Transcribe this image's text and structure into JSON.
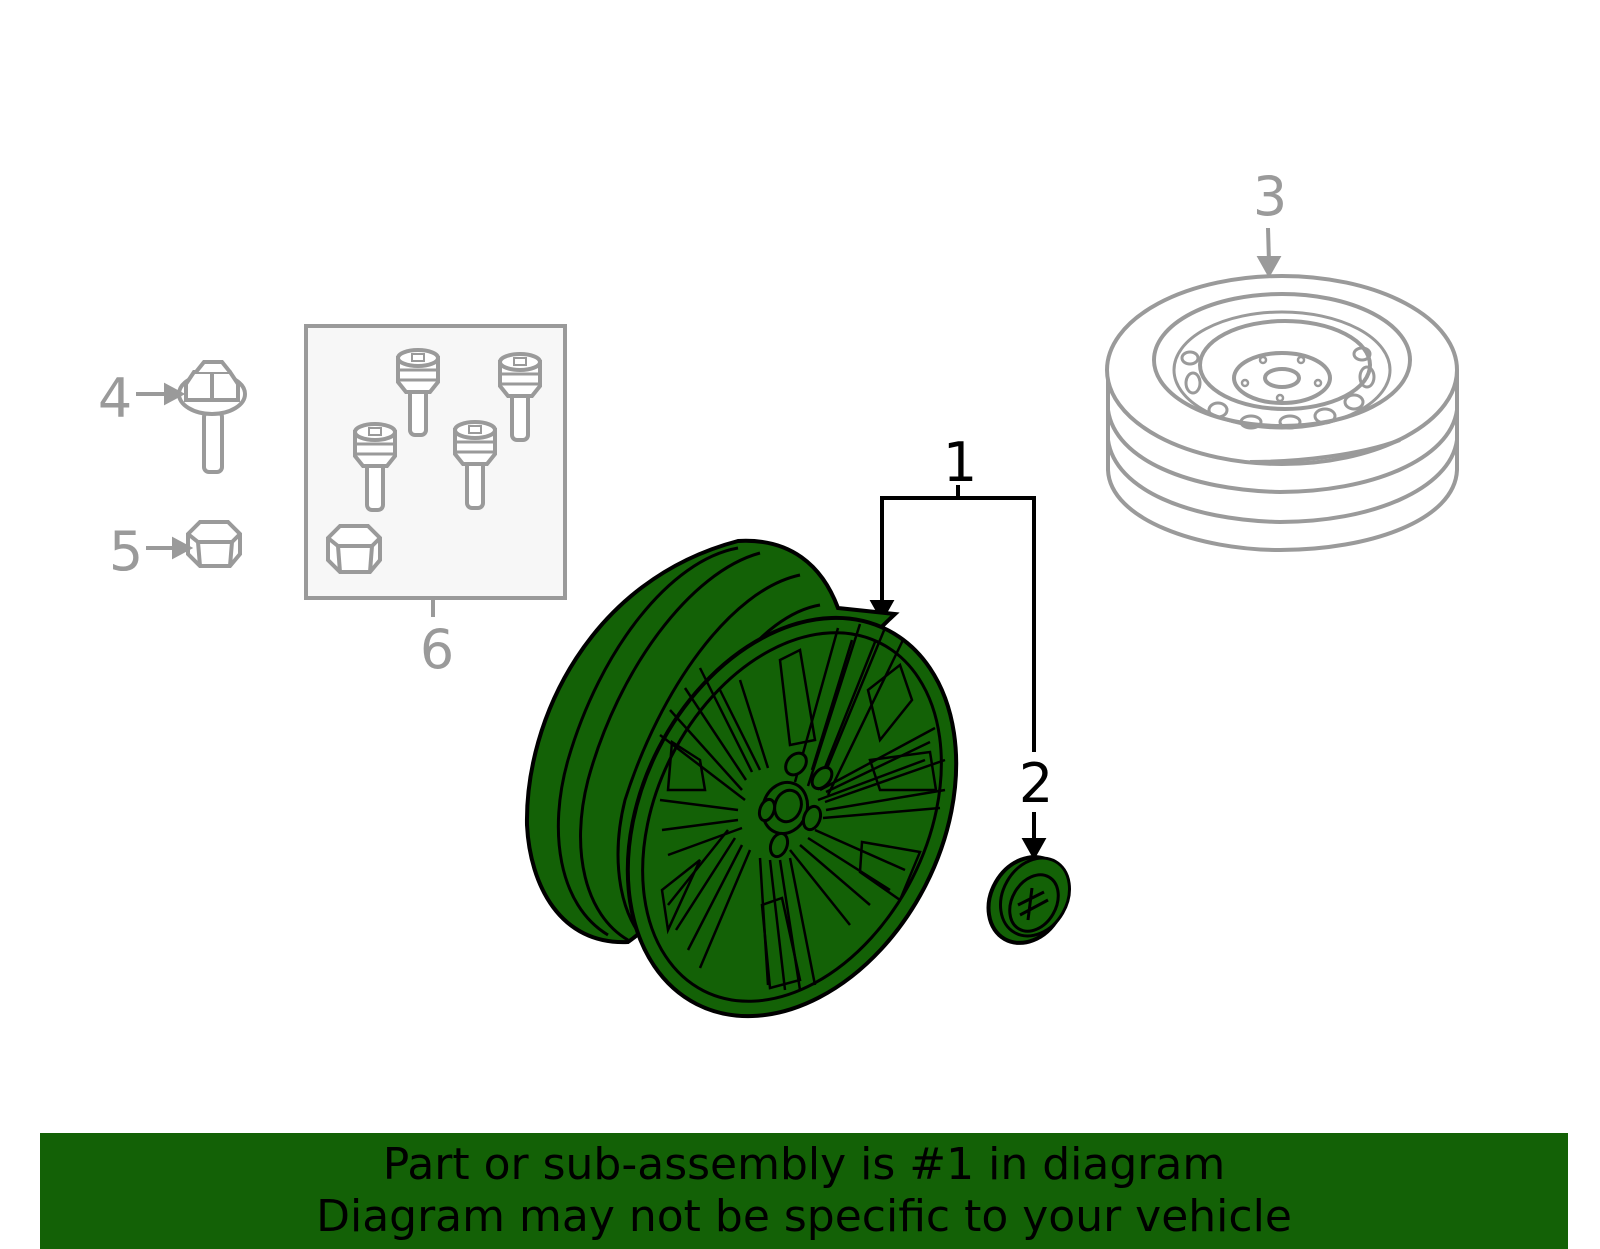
{
  "callouts": {
    "c1": "1",
    "c2": "2",
    "c3": "3",
    "c4": "4",
    "c5": "5",
    "c6": "6"
  },
  "banner": {
    "line1": "Part or sub-assembly is #1 in diagram",
    "line2": "Diagram may not be specific to your vehicle"
  },
  "colors": {
    "highlight": "#136106",
    "inactive_line": "#9a9a9a",
    "active_line": "#000000",
    "kit_box_fill": "#f7f7f7"
  }
}
